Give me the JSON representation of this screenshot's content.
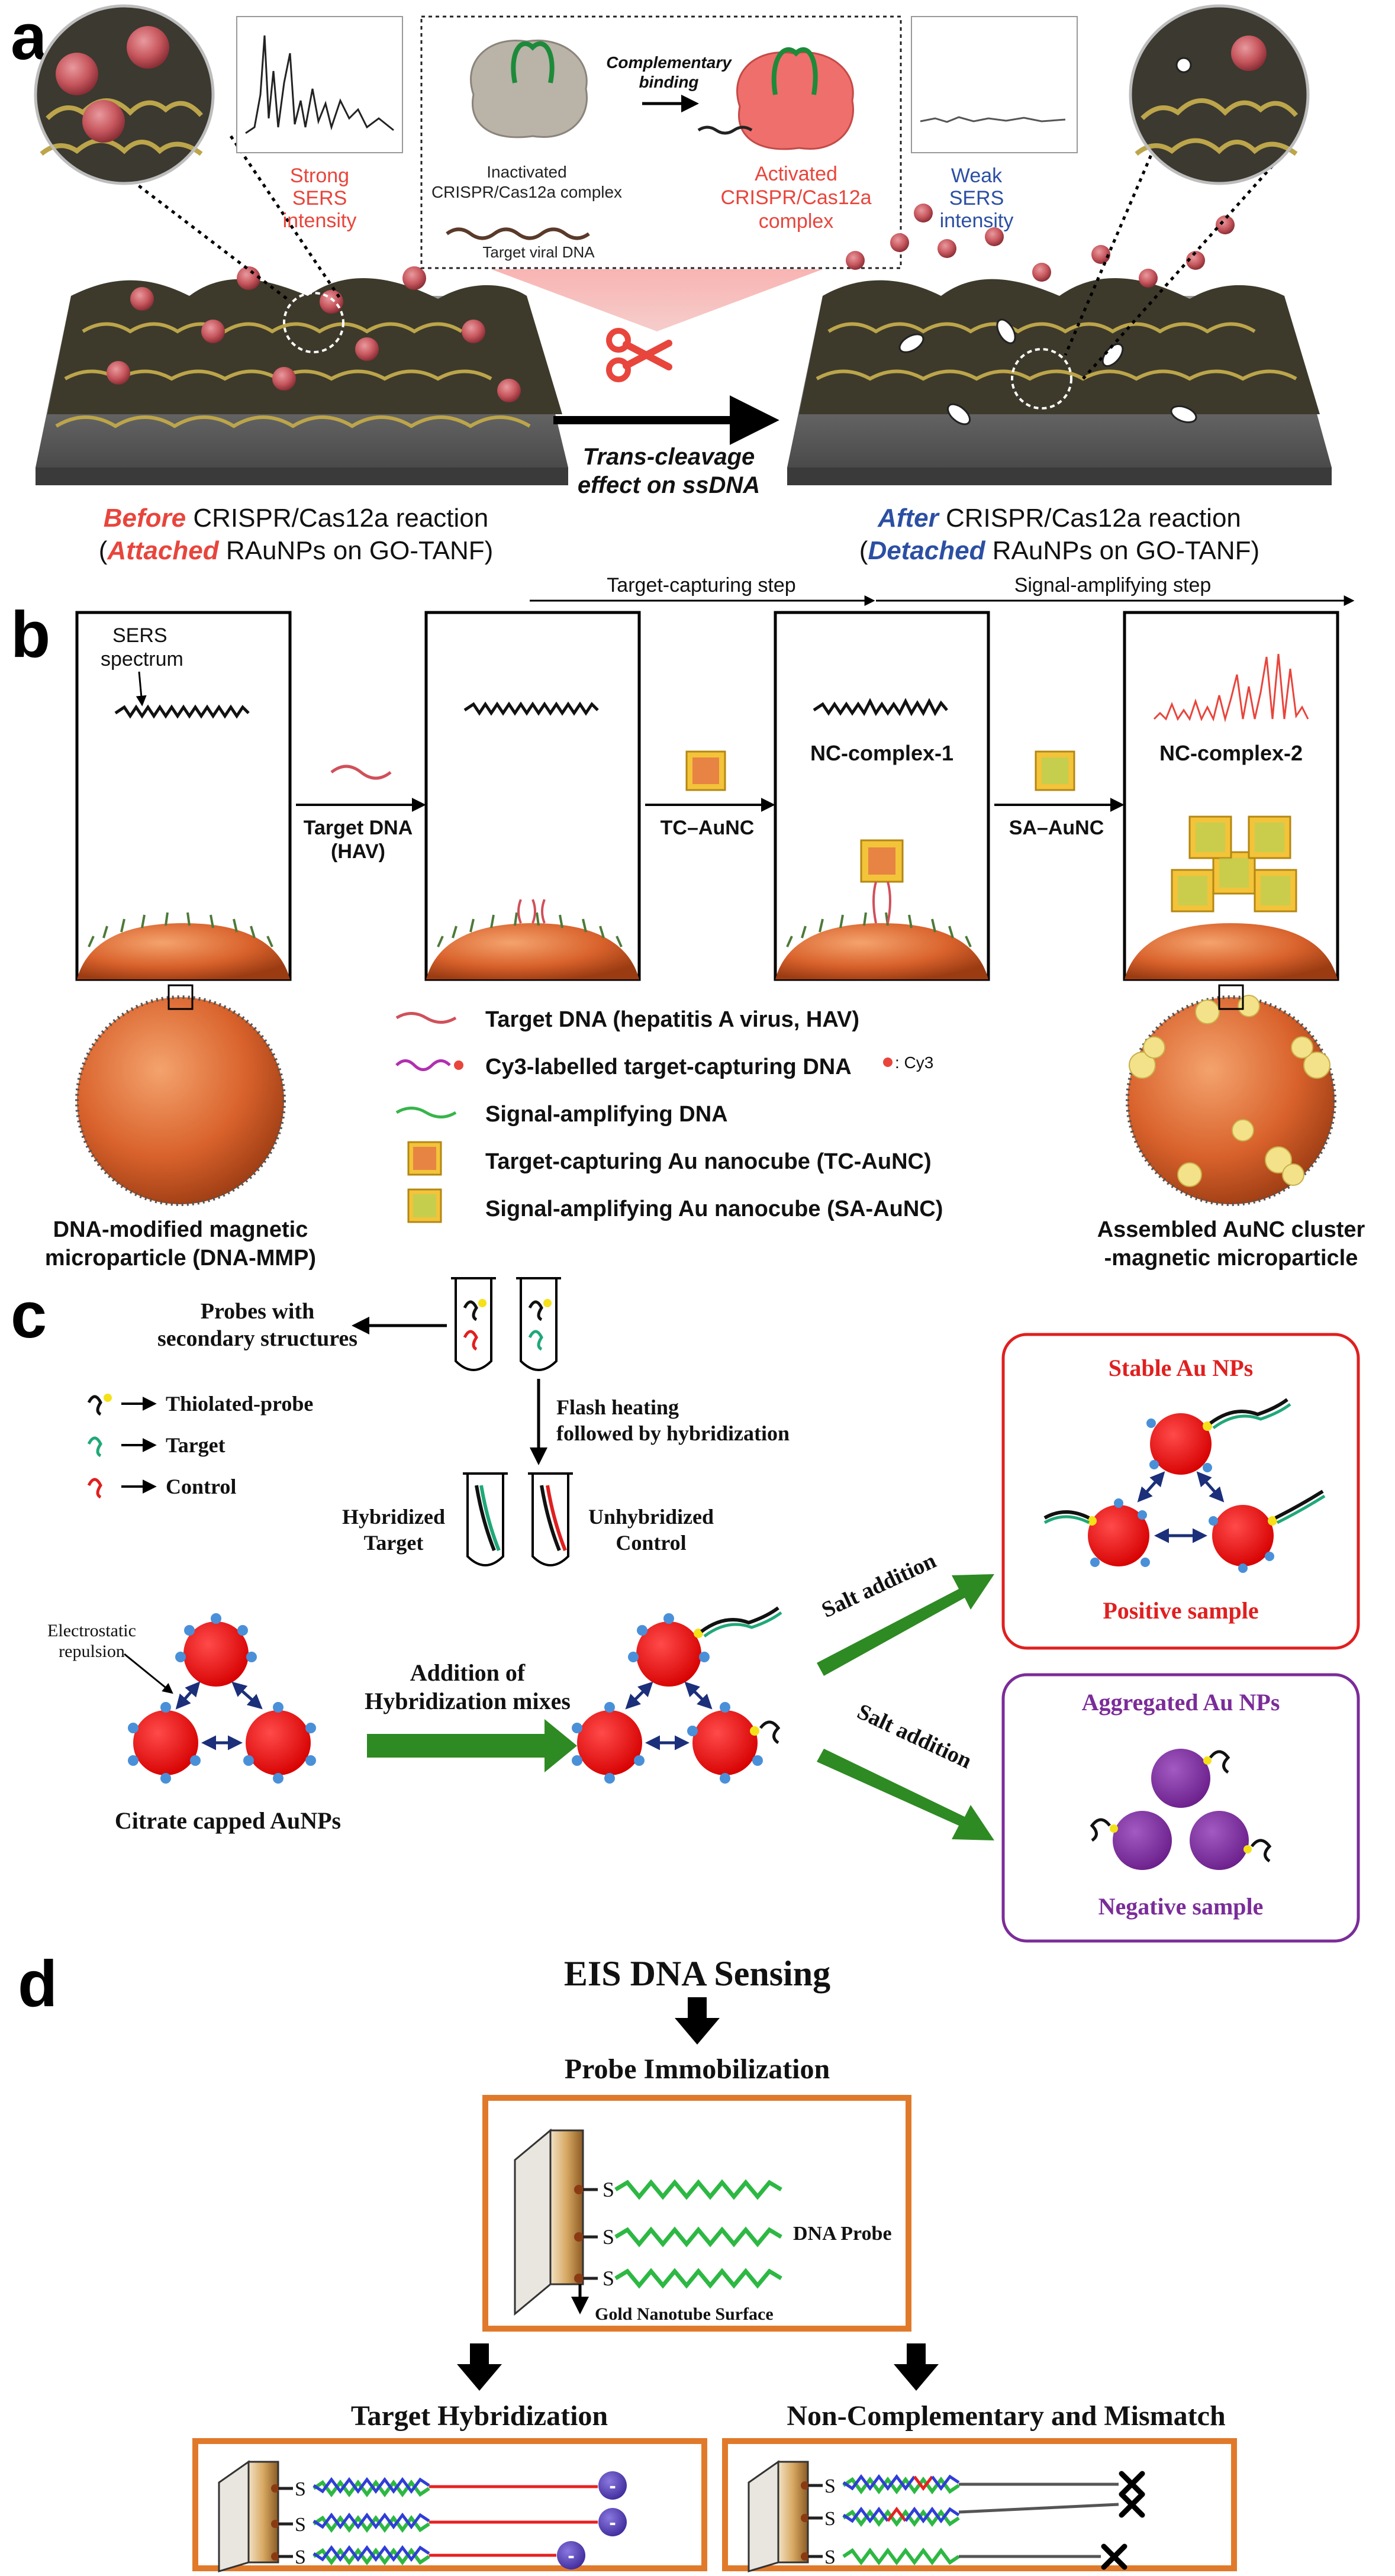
{
  "panels": {
    "a": {
      "letter": "a",
      "strong_label": [
        "Strong",
        "SERS",
        "intensity"
      ],
      "weak_label": [
        "Weak",
        "SERS",
        "intensity"
      ],
      "complementary_binding": [
        "Complementary",
        "binding"
      ],
      "inactivated_complex": [
        "Inactivated",
        "CRISPR/Cas12a complex"
      ],
      "target_viral_dna": "Target viral DNA",
      "activated_complex": [
        "Activated",
        "CRISPR/Cas12a",
        "complex"
      ],
      "trans_cleavage": [
        "Trans-cleavage",
        "effect on ssDNA"
      ],
      "before_caption": {
        "word": "Before",
        "rest": " CRISPR/Cas12a reaction",
        "line2_open": "(",
        "line2_word": "Attached",
        "line2_rest": " RAuNPs on GO-TANF)"
      },
      "after_caption": {
        "word": "After",
        "rest": " CRISPR/Cas12a reaction",
        "line2_open": "(",
        "line2_word": "Detached",
        "line2_rest": " RAuNPs on GO-TANF)"
      },
      "colors": {
        "red": "#e8453c",
        "blue": "#2b4fa3",
        "nanoparticle": "#c7575e",
        "substrate": "#6b6b6b"
      }
    },
    "b": {
      "letter": "b",
      "target_capturing_step": "Target-capturing step",
      "signal_amplifying_step": "Signal-amplifying step",
      "sers_spectrum": [
        "SERS",
        "spectrum"
      ],
      "target_dna_arrow": [
        "Target  DNA",
        "(HAV)"
      ],
      "tc_aunc_arrow": "TC–AuNC",
      "sa_aunc_arrow": "SA–AuNC",
      "nc_complex_1": "NC-complex-1",
      "nc_complex_2": "NC-complex-2",
      "legend": [
        "Target DNA (hepatitis A virus, HAV)",
        "Cy3-labelled target-capturing DNA",
        "Signal-amplifying DNA",
        "Target-capturing Au nanocube (TC-AuNC)",
        "Signal-amplifying Au nanocube (SA-AuNC)"
      ],
      "cy3_note": ": Cy3",
      "left_caption": [
        "DNA-modified magnetic",
        "microparticle (DNA-MMP)"
      ],
      "right_caption": [
        "Assembled AuNC cluster",
        "-magnetic microparticle"
      ],
      "colors": {
        "sphere": "#d9622c",
        "spectrum_red": "#e8453c",
        "cube_gold": "#f3c33a",
        "cube_green": "#a9d65b"
      }
    },
    "c": {
      "letter": "c",
      "probes_secondary": [
        "Probes with",
        "secondary structures"
      ],
      "legend": [
        "Thiolated-probe",
        "Target",
        "Control"
      ],
      "flash_heating": [
        "Flash heating",
        "followed by hybridization"
      ],
      "hybridized_target": [
        "Hybridized",
        "Target"
      ],
      "unhybridized_control": [
        "Unhybridized",
        "Control"
      ],
      "electrostatic": [
        "Electrostatic",
        "repulsion"
      ],
      "addition": [
        "Addition of",
        "Hybridization mixes"
      ],
      "citrate": "Citrate capped AuNPs",
      "salt_addition": "Salt addition",
      "stable": "Stable Au NPs",
      "positive": "Positive sample",
      "aggregated": "Aggregated Au NPs",
      "negative": "Negative sample",
      "colors": {
        "red": "#e01f1f",
        "purple": "#7b2c99",
        "green_arrow": "#2e8a23",
        "teal": "#20a878"
      }
    },
    "d": {
      "letter": "d",
      "title": "EIS DNA Sensing",
      "probe_immobilization": "Probe Immobilization",
      "dna_probe": "DNA Probe",
      "gold_surface": "Gold Nanotube Surface",
      "target_hybridization": "Target Hybridization",
      "non_complementary": "Non-Complementary and Mismatch",
      "s_label": "S",
      "minus": "-",
      "colors": {
        "orange": "#e07a2a",
        "green": "#2db843",
        "blue": "#2f3ed6",
        "red": "#e82020",
        "ion": "#5a3fb0"
      }
    }
  }
}
